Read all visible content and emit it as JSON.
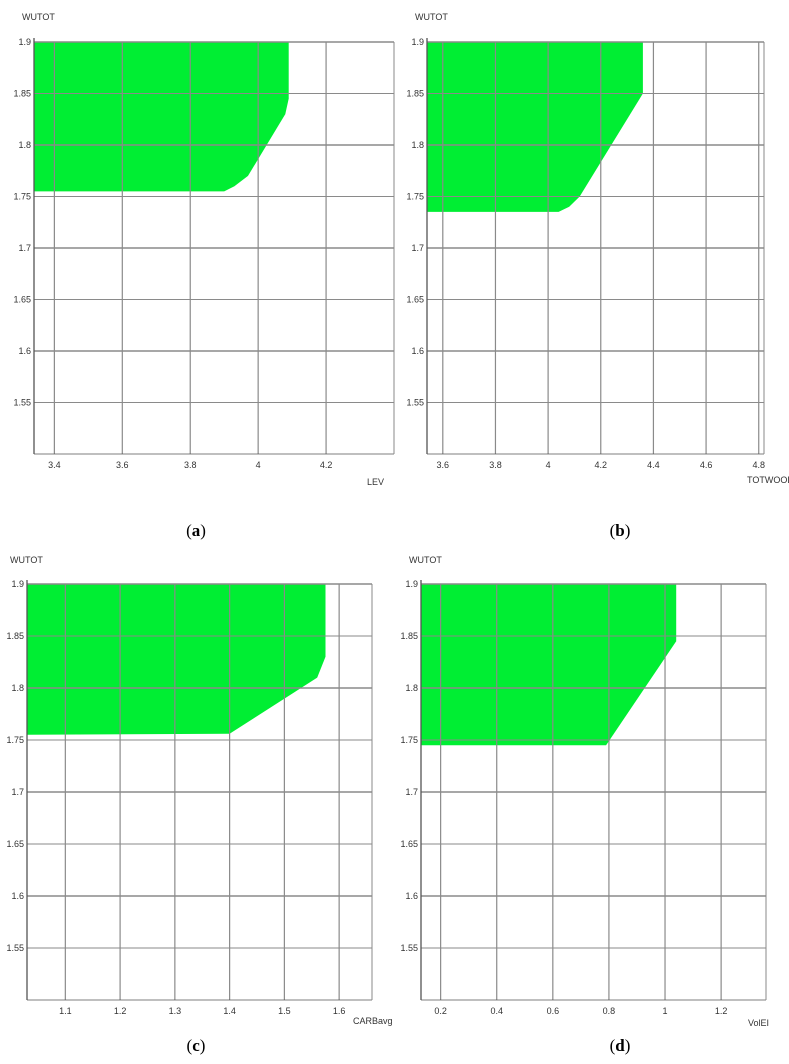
{
  "colors": {
    "feasible_region": "#00ee33",
    "grid": "#8a8a8a",
    "frame": "#555555"
  },
  "chart_data": [
    {
      "type": "area",
      "panel": "a",
      "caption": {
        "open": "(",
        "letter": "a",
        "close": ")"
      },
      "ylabel": "WUTOT",
      "xlabel": "LEV",
      "xlim": [
        3.34,
        4.4
      ],
      "ylim": [
        1.5,
        1.9
      ],
      "x_ticks": [
        "3.4",
        "3.6",
        "3.8",
        "4",
        "4.2"
      ],
      "x_tick_values": [
        3.4,
        3.6,
        3.8,
        4.0,
        4.2
      ],
      "y_ticks": [
        "1.9",
        "1.85",
        "1.8",
        "1.75",
        "1.7",
        "1.65",
        "1.6",
        "1.55"
      ],
      "y_tick_values": [
        1.9,
        1.85,
        1.8,
        1.75,
        1.7,
        1.65,
        1.6,
        1.55
      ],
      "region": {
        "x": [
          3.34,
          4.09,
          4.09,
          4.08,
          3.97,
          3.93,
          3.9,
          3.34
        ],
        "y": [
          1.9,
          1.9,
          1.845,
          1.83,
          1.77,
          1.76,
          1.755,
          1.755
        ]
      }
    },
    {
      "type": "area",
      "panel": "b",
      "caption": {
        "open": "(",
        "letter": "b",
        "close": ")"
      },
      "ylabel": "WUTOT",
      "xlabel": "TOTWOOD",
      "xlim": [
        3.54,
        4.82
      ],
      "ylim": [
        1.5,
        1.9
      ],
      "x_ticks": [
        "3.6",
        "3.8",
        "4",
        "4.2",
        "4.4",
        "4.6",
        "4.8"
      ],
      "x_tick_values": [
        3.6,
        3.8,
        4.0,
        4.2,
        4.4,
        4.6,
        4.8
      ],
      "y_ticks": [
        "1.9",
        "1.85",
        "1.8",
        "1.75",
        "1.7",
        "1.65",
        "1.6",
        "1.55"
      ],
      "y_tick_values": [
        1.9,
        1.85,
        1.8,
        1.75,
        1.7,
        1.65,
        1.6,
        1.55
      ],
      "region": {
        "x": [
          3.54,
          4.36,
          4.36,
          4.12,
          4.08,
          4.04,
          3.54
        ],
        "y": [
          1.9,
          1.9,
          1.85,
          1.75,
          1.74,
          1.735,
          1.735
        ]
      }
    },
    {
      "type": "area",
      "panel": "c",
      "caption": {
        "open": "(",
        "letter": "c",
        "close": ")"
      },
      "ylabel": "WUTOT",
      "xlabel": "CARBavg",
      "xlim": [
        1.03,
        1.66
      ],
      "ylim": [
        1.5,
        1.9
      ],
      "x_ticks": [
        "1.1",
        "1.2",
        "1.3",
        "1.4",
        "1.5",
        "1.6"
      ],
      "x_tick_values": [
        1.1,
        1.2,
        1.3,
        1.4,
        1.5,
        1.6
      ],
      "y_ticks": [
        "1.9",
        "1.85",
        "1.8",
        "1.75",
        "1.7",
        "1.65",
        "1.6",
        "1.55"
      ],
      "y_tick_values": [
        1.9,
        1.85,
        1.8,
        1.75,
        1.7,
        1.65,
        1.6,
        1.55
      ],
      "region": {
        "x": [
          1.03,
          1.575,
          1.575,
          1.56,
          1.4,
          1.03
        ],
        "y": [
          1.9,
          1.9,
          1.83,
          1.81,
          1.756,
          1.755
        ]
      }
    },
    {
      "type": "area",
      "panel": "d",
      "caption": {
        "open": "(",
        "letter": "d",
        "close": ")"
      },
      "ylabel": "WUTOT",
      "xlabel": "VolEI",
      "xlim": [
        0.13,
        1.36
      ],
      "ylim": [
        1.5,
        1.9
      ],
      "x_ticks": [
        "0.2",
        "0.4",
        "0.6",
        "0.8",
        "1",
        "1.2"
      ],
      "x_tick_values": [
        0.2,
        0.4,
        0.6,
        0.8,
        1.0,
        1.2
      ],
      "y_ticks": [
        "1.9",
        "1.85",
        "1.8",
        "1.75",
        "1.7",
        "1.65",
        "1.6",
        "1.55"
      ],
      "y_tick_values": [
        1.9,
        1.85,
        1.8,
        1.75,
        1.7,
        1.65,
        1.6,
        1.55
      ],
      "region": {
        "x": [
          0.13,
          1.04,
          1.04,
          0.79,
          0.13
        ],
        "y": [
          1.9,
          1.9,
          1.845,
          1.745,
          1.745
        ]
      }
    }
  ]
}
